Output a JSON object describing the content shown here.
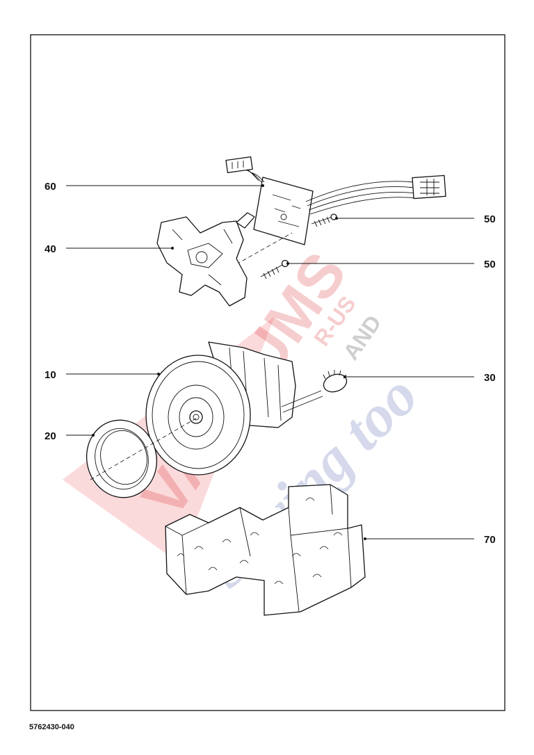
{
  "callouts": [
    {
      "id": "60",
      "label": "60"
    },
    {
      "id": "40",
      "label": "40"
    },
    {
      "id": "50a",
      "label": "50"
    },
    {
      "id": "50b",
      "label": "50"
    },
    {
      "id": "10",
      "label": "10"
    },
    {
      "id": "30",
      "label": "30"
    },
    {
      "id": "20",
      "label": "20"
    },
    {
      "id": "70",
      "label": "70"
    }
  ],
  "watermark": {
    "brand_red": "VACUUMS",
    "r_us": "R-US",
    "and": "AND",
    "sewing": "Sewing too",
    "red_color": "#e8333a",
    "blue_color": "#3444a0"
  },
  "footer": {
    "document_number": "5762430-040"
  }
}
